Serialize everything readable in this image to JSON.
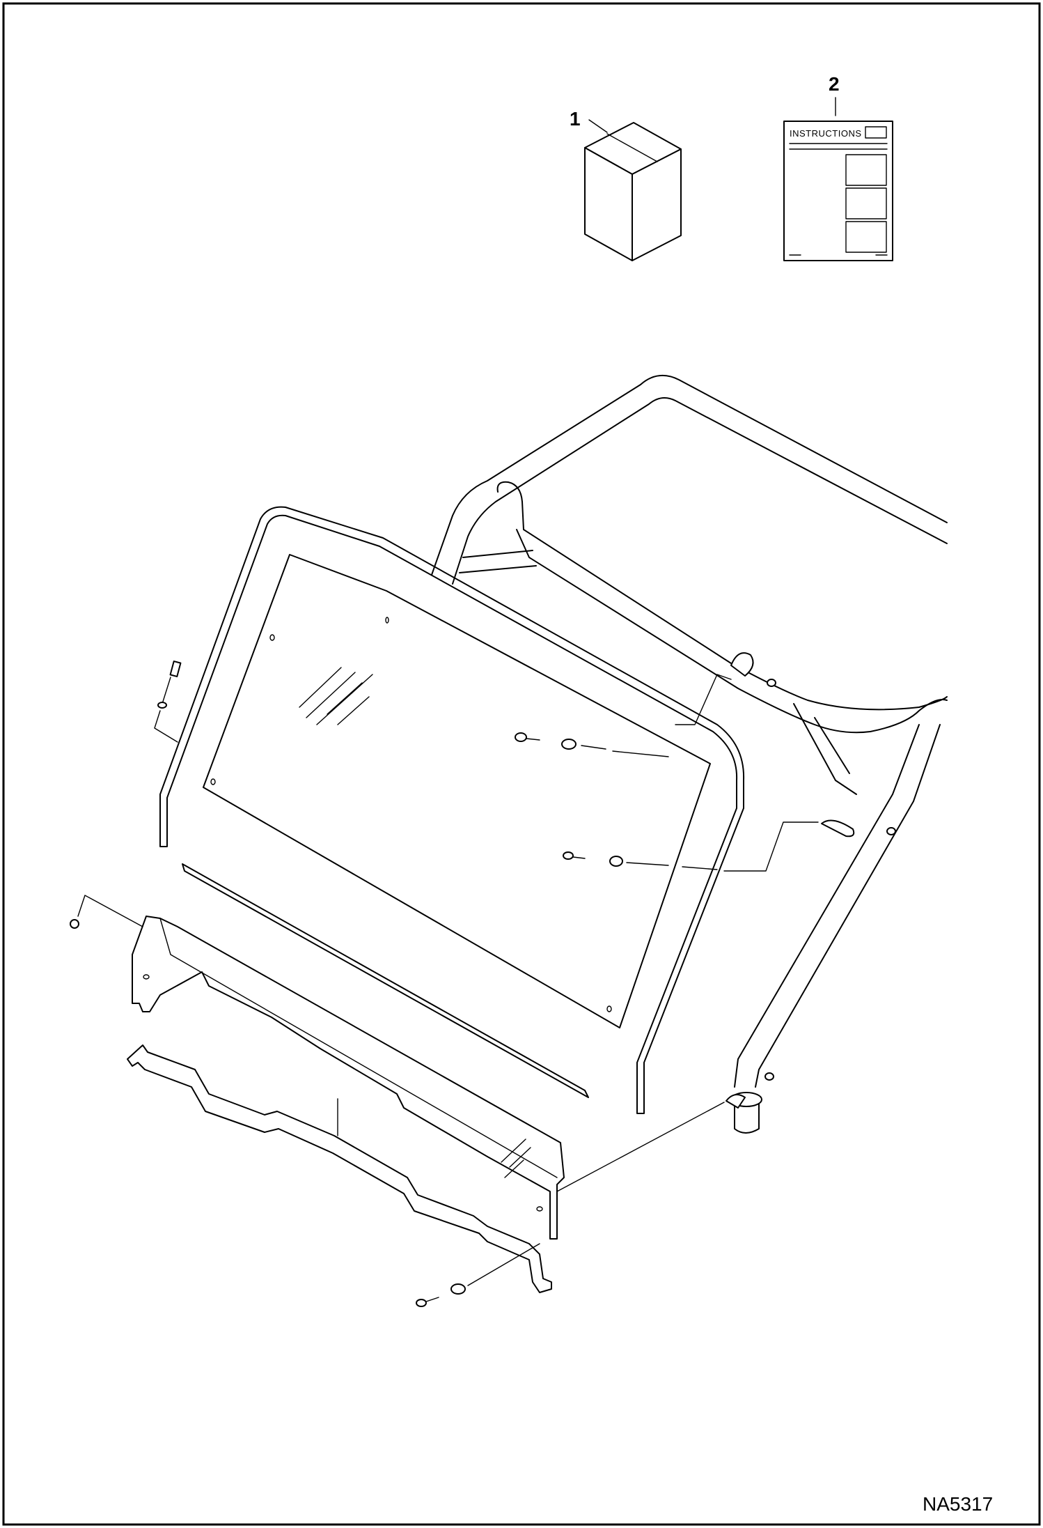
{
  "drawing": {
    "drawing_number": "NA5317",
    "callouts": [
      {
        "label": "1"
      },
      {
        "label": "2"
      }
    ],
    "instruction_sheet": {
      "title": "INSTRUCTIONS"
    }
  }
}
